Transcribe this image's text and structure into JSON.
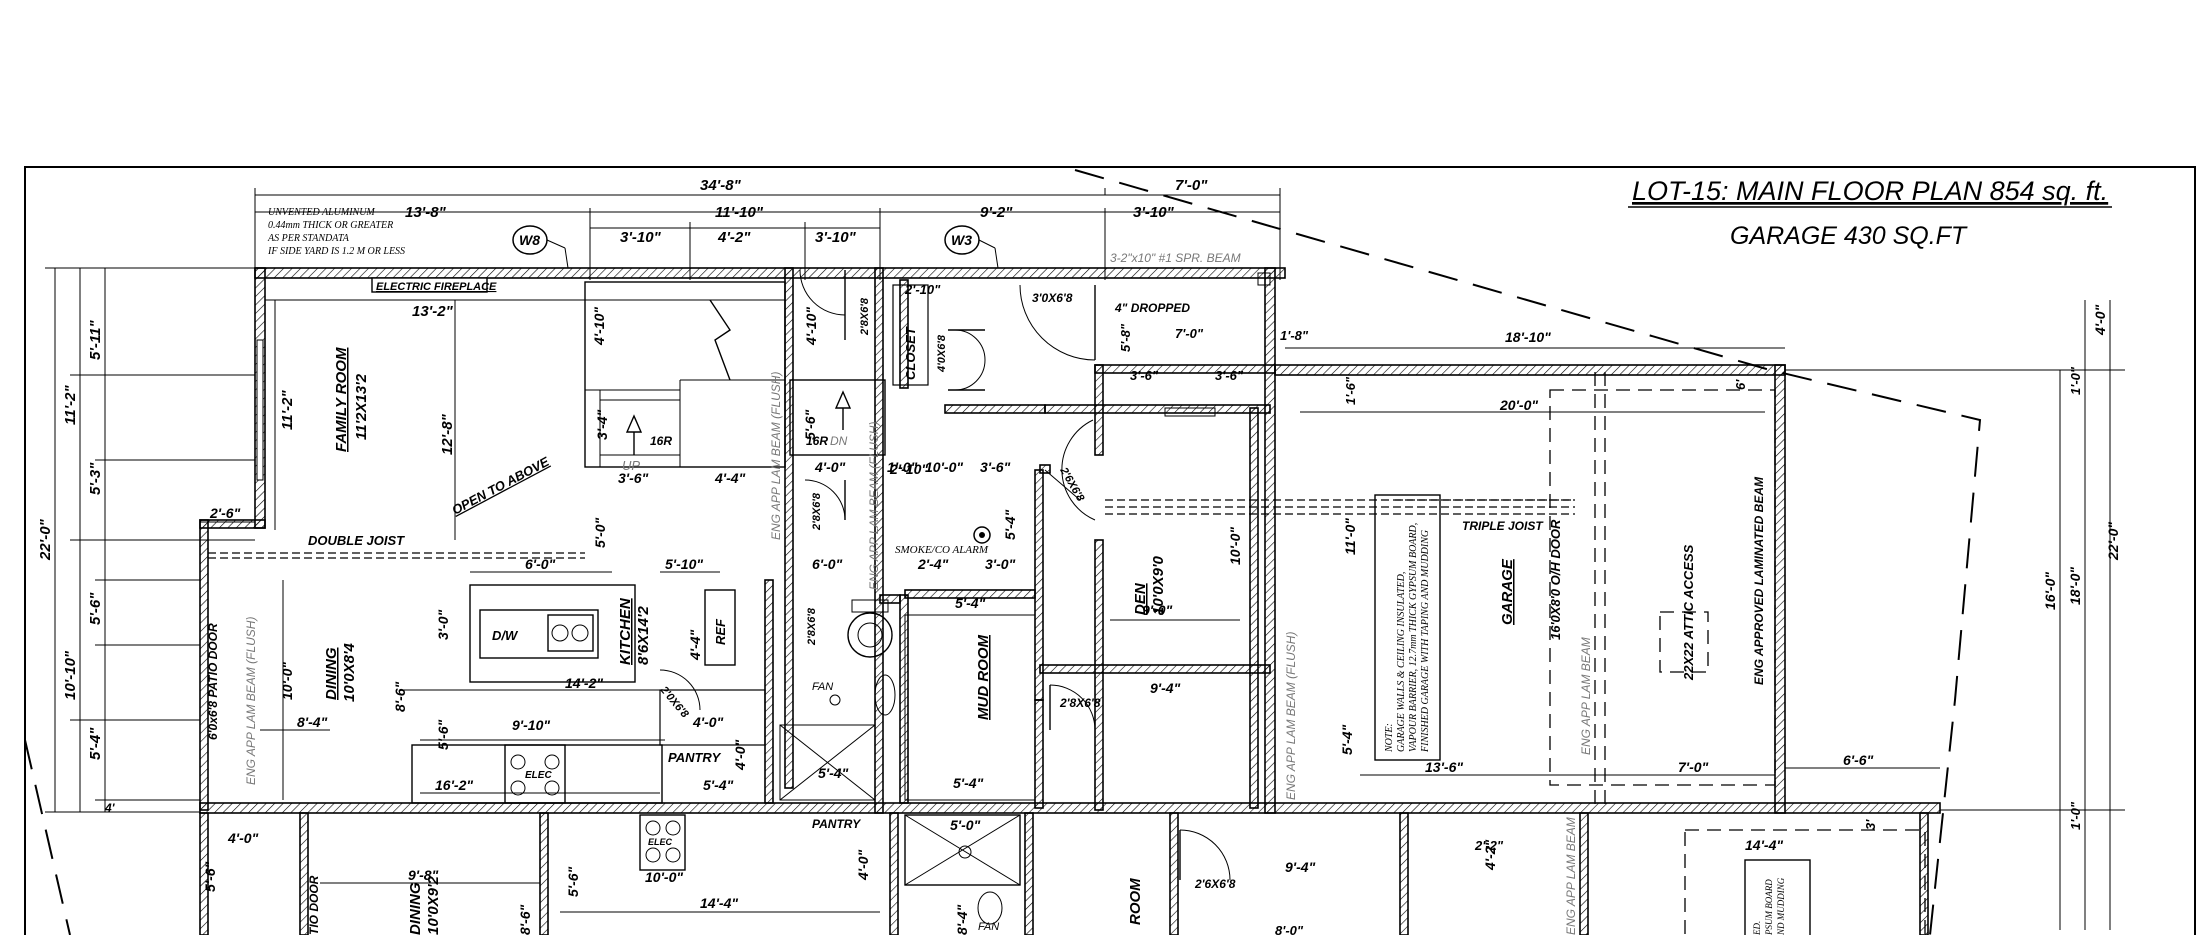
{
  "title": {
    "main": "LOT-15: MAIN FLOOR PLAN 854 sq. ft.",
    "garage": "GARAGE 430 SQ.FT"
  },
  "window_note": [
    "UNVENTED ALUMINUM",
    "0.44mm THICK OR GREATER",
    "AS PER STANDATA",
    "IF SIDE YARD IS 1.2 M OR LESS"
  ],
  "tags": {
    "w8": "W8",
    "w3": "W3"
  },
  "rooms": {
    "family": "FAMILY ROOM",
    "family_size": "11'2X13'2",
    "dining": "DINING",
    "dining_size": "10'0X8'4",
    "kitchen": "KITCHEN",
    "kitchen_size": "8'6X14'2",
    "den": "DEN",
    "den_size": "10'0X9'0",
    "mud": "MUD ROOM",
    "garage": "GARAGE",
    "closet": "CLOSET",
    "pantry": "PANTRY",
    "pantry2": "PANTRY"
  },
  "labels": {
    "fireplace": "ELECTRIC FIREPLACE",
    "open_above": "OPEN TO ABOVE",
    "double_joist": "DOUBLE JOIST",
    "triple_joist": "TRIPLE JOIST",
    "smoke": "SMOKE/CO ALARM",
    "spr_beam": "3-2\"x10\" #1 SPR. BEAM",
    "dropped": "4\" DROPPED",
    "up": "UP",
    "dn": "DN",
    "r16a": "16R",
    "r16b": "16R",
    "dw": "D/W",
    "ref": "REF",
    "elec": "ELEC",
    "elec2": "ELEC",
    "fan": "FAN",
    "fan2": "FAN",
    "patio_door": "6'0x6'8 PATIO DOOR",
    "patio_door2": "TIO DOOR",
    "oh_door": "16'0X8'0 O/H DOOR",
    "attic": "22X22 ATTIC ACCESS",
    "eng_beam": "ENG APPROVED LAMINATED BEAM",
    "eng_flush1": "ENG APP LAM BEAM (FLUSH)",
    "eng_flush2": "ENG APP LAM BEAM (FLUSH)",
    "eng_flush3": "ENG APP LAM BEAM (FLUSH)",
    "eng_flush4": "ENG APP LAM BEAM (FLUSH)",
    "eng_flush5": "ENG APP LAM BEAM",
    "eng_flush6": "ENG APP LAM BEAM",
    "dining2": "DINING",
    "dining2_size": "10'0X9'2",
    "room2": "ROOM",
    "garage_note": [
      "NOTE:",
      "GARAGE WALLS & CEILING INSULATED,",
      "VAPOUR BARRIER, 12.7mm THICK GYPSUM BOARD,",
      "FINISHED GARAGE WITH TAPING AND MUDDING"
    ],
    "garage_note2": [
      "ED.",
      "PSUM BOARD",
      "ND MUDDING"
    ]
  },
  "doors": {
    "d1": "2'8X6'8",
    "d2": "4'0X6'8",
    "d3": "3'0X6'8",
    "d4": "2'6X6'8",
    "d5": "2'8X6'8",
    "d6": "2'8X6'8",
    "d7": "2'6X6'8",
    "d8": "2'8X6'8",
    "d9": "2'0X6'8"
  },
  "dims": {
    "top_total": "34'-8\"",
    "top_a": "13'-8\"",
    "top_b": "11'-10\"",
    "top_c": "9'-2\"",
    "top_d": "7'-0\"",
    "stair_a": "3'-10\"",
    "stair_b": "4'-2\"",
    "stair_c": "3'-10\"",
    "right_a": "3'-10\"",
    "fam_w": "13'-2\"",
    "fam_h": "11'-2\"",
    "fam_h2": "12'-8\"",
    "left_a": "5'-11\"",
    "left_b": "11'-2\"",
    "left_c": "5'-3\"",
    "left_total": "22'-0\"",
    "left_d": "5'-6\"",
    "left_e": "10'-10\"",
    "left_f": "5'-4\"",
    "left_g": "4'",
    "bump": "2'-6\"",
    "st_a": "4'-10\"",
    "st_b": "4'-10\"",
    "st_c": "3'-4\"",
    "st_d": "3'-6\"",
    "st_e": "4'-4\"",
    "st_f": "4'-0\"",
    "st_g": "5'-6\"",
    "st_h": "2'-10\"",
    "k_a": "6'-0\"",
    "k_b": "5'-0\"",
    "k_c": "5'-10\"",
    "k_d": "3'-0\"",
    "k_e": "14'-2\"",
    "k_f": "8'-6\"",
    "k_g": "9'-10\"",
    "k_h": "5'-6\"",
    "k_i": "16'-2\"",
    "k_j": "4'-4\"",
    "k_k": "4'-0\"",
    "k_l": "5'-4\"",
    "k_m": "4'-0\"",
    "d_a": "10'-0\"",
    "d_b": "8'-4\"",
    "c_a": "10'-0\"",
    "c_b": "1'-0\"",
    "c_c": "3'-6\"",
    "c_d": "6'-0\"",
    "c_e": "2'-4\"",
    "c_f": "3'-0\"",
    "c_g": "5'-4\"",
    "c_h": "5'-4\"",
    "c_i": "5'-4\"",
    "m_a": "2'-10\"",
    "m_b": "5'-8\"",
    "m_c": "7'-0\"",
    "m_d": "3'-6\"",
    "m_e": "3'-6\"",
    "m_f": "1'-8\"",
    "m_g": "6'-6\"",
    "m_h": "5'-4\"",
    "den_a": "10'-0\"",
    "den_b": "9'-0\"",
    "den_c": "9'-4\"",
    "g_a": "18'-10\"",
    "g_b": "20'-0\"",
    "g_c": "11'-0\"",
    "g_d": "5'-4\"",
    "g_e": "13'-6\"",
    "g_f": "7'-0\"",
    "g_g": "6'-6\"",
    "g_h": "1'-6\"",
    "g_i": "6'",
    "r_a": "4'-0\"",
    "r_b": "1'-0\"",
    "r_c": "22'-0\"",
    "r_d": "16'-0\"",
    "r_e": "18'-0\"",
    "r_f": "1'-0\"",
    "b_a": "4'-0\"",
    "b_b": "5'-6\"",
    "b_c": "9'-8\"",
    "b_d": "5'-6\"",
    "b_e": "8'-6\"",
    "b_f": "10'-0\"",
    "b_g": "14'-4\"",
    "b_h": "4'-0\"",
    "b_i": "5'-0\"",
    "b_j": "8'-4\"",
    "b_k": "9'-4\"",
    "b_l": "4'-2\"",
    "b_m": "14'-4\"",
    "b_n": "2'-2\"",
    "b_o": "8'-0\"",
    "b_p": "3'"
  }
}
